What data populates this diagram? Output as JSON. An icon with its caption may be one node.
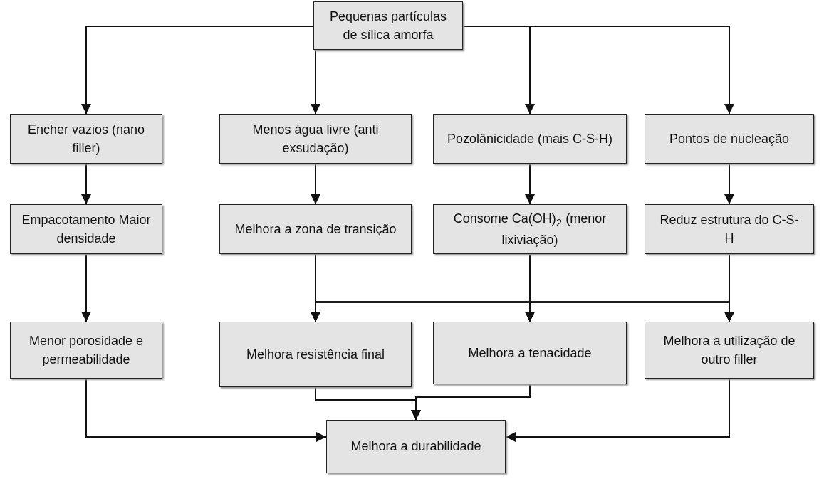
{
  "diagram": {
    "nodes": [
      {
        "text": [
          "Pequenas partículas de sílica amorfa"
        ]
      },
      {
        "text": [
          "Encher vazios (nano filler)"
        ]
      },
      {
        "text": [
          "Menos água livre (anti exsudação)"
        ]
      },
      {
        "text": [
          "Pozolânicidade (mais C-S-H)"
        ]
      },
      {
        "text": [
          "Pontos de nucleação"
        ]
      },
      {
        "text": [
          "Empacotamento Maior densidade"
        ]
      },
      {
        "text": [
          "Melhora a zona de transição"
        ]
      },
      {
        "text": [
          "Consome Ca(OH)$_{2}$ (menor lixiviação)"
        ]
      },
      {
        "text": [
          "Reduz estrutura do C-S-H"
        ]
      },
      {
        "text": [
          "Menor porosidade e permeabilidade"
        ]
      },
      {
        "text": [
          "Melhora resistência final"
        ]
      },
      {
        "text": [
          "Melhora a tenacidade"
        ]
      },
      {
        "text": [
          "Melhora a utilização de outro filler"
        ]
      },
      {
        "text": [
          "Melhora a durabilidade"
        ]
      }
    ],
    "edges": [
      {
        "from": 0,
        "to": 1,
        "arrow": "to"
      },
      {
        "from": 0,
        "to": 2,
        "arrow": "to"
      },
      {
        "from": 0,
        "to": 3,
        "arrow": "to"
      },
      {
        "from": 0,
        "to": 4,
        "arrow": "to"
      },
      {
        "from": 1,
        "to": 5,
        "arrow": "to"
      },
      {
        "from": 2,
        "to": 6,
        "arrow": "to"
      },
      {
        "from": 3,
        "to": 7,
        "arrow": "to"
      },
      {
        "from": 4,
        "to": 8,
        "arrow": "to"
      },
      {
        "from": 5,
        "to": 9,
        "arrow": "to"
      },
      {
        "from": 6,
        "to": 10,
        "arrow": "to"
      },
      {
        "from": 6,
        "to": 11,
        "arrow": "to"
      },
      {
        "from": 6,
        "to": 12,
        "arrow": "to"
      },
      {
        "from": 7,
        "to": 10,
        "arrow": "to"
      },
      {
        "from": 7,
        "to": 11,
        "arrow": "to"
      },
      {
        "from": 7,
        "to": 12,
        "arrow": "to"
      },
      {
        "from": 8,
        "to": 10,
        "arrow": "to"
      },
      {
        "from": 8,
        "to": 11,
        "arrow": "to"
      },
      {
        "from": 8,
        "to": 12,
        "arrow": "to"
      },
      {
        "from": 9,
        "to": 13,
        "arrow": "to"
      },
      {
        "from": 10,
        "to": 13,
        "arrow": "to"
      },
      {
        "from": 11,
        "to": 13,
        "arrow": "to"
      },
      {
        "from": 12,
        "to": 13,
        "arrow": "to"
      }
    ]
  }
}
